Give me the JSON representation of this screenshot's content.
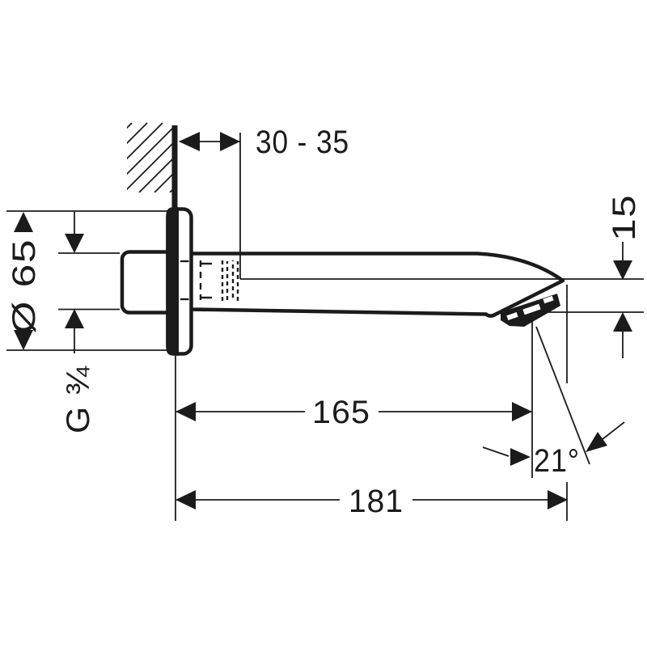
{
  "canvas": {
    "background": "#ffffff",
    "ink": "#1b1b1b"
  },
  "drawing": {
    "labels": {
      "wall_distance": "30 - 35",
      "flange_diameter": "Ø 65",
      "thread_size": "G ¾",
      "reach": "165",
      "overall_length": "181",
      "tip_drop": "15",
      "outlet_angle": "21°"
    }
  }
}
